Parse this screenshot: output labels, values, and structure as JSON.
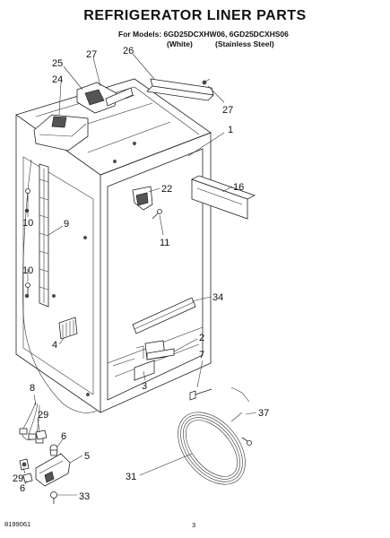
{
  "title": "REFRIGERATOR LINER PARTS",
  "models_line": "For Models: 6GD25DCXHW06, 6GD25DCXHS06",
  "variant_white": "(White)",
  "variant_steel": "(Stainless Steel)",
  "footer_left": "8199061",
  "footer_page": "3",
  "callouts": {
    "c25": "25",
    "c27a": "27",
    "c26": "26",
    "c24": "24",
    "c27b": "27",
    "c1": "1",
    "c22": "22",
    "c16": "16",
    "c10a": "10",
    "c9": "9",
    "c11": "11",
    "c10b": "10",
    "c34": "34",
    "c4": "4",
    "c2": "2",
    "c7": "7",
    "c3": "3",
    "c8": "8",
    "c37": "37",
    "c29a": "29",
    "c6a": "6",
    "c5": "5",
    "c31": "31",
    "c29b": "29",
    "c6b": "6",
    "c33": "33"
  }
}
